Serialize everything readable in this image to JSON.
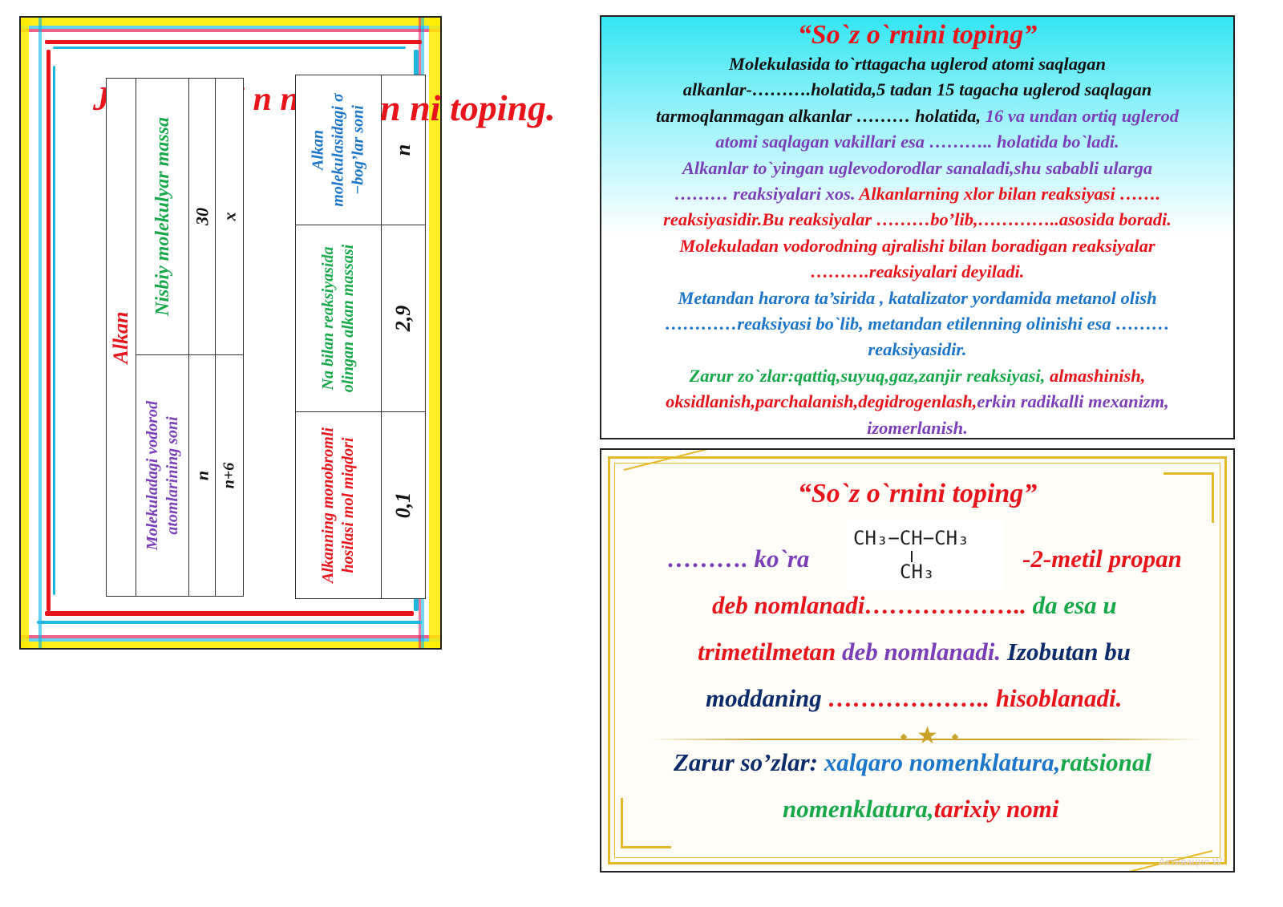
{
  "left_card": {
    "heading_overlay": "Jadvaldagi n ni toping.",
    "heading_overlay_dup": "n ni toping.",
    "table1": {
      "header": "Alkan",
      "col_hydrogen": "Molekuladagi vodorod atomlarining soni",
      "col_mass": "Nisbiy molekulyar massa",
      "row1_hydrogen": "n",
      "row1_mass": "30",
      "row2_hydrogen": "n+6",
      "row2_mass": "x"
    },
    "table2": {
      "col_moles": "Alkanning monobromli hosilasi mol miqdori",
      "col_mass": "Na bilan reaksiyasida olingan alkan massasi",
      "col_bonds": "Alkan molekulasidagi σ −bog’lar soni",
      "val_moles": "0,1",
      "val_mass": "2,9",
      "val_bonds": "n"
    }
  },
  "top_right_card": {
    "title": "“So`z o`rnini toping”",
    "lines": [
      [
        {
          "t": "Molekulasida to`rttagacha uglerod atomi saqlagan",
          "c": "blk"
        }
      ],
      [
        {
          "t": "alkanlar-……….holatida,5 tadan 15 tagacha uglerod saqlagan",
          "c": "blk"
        }
      ],
      [
        {
          "t": "tarmoqlanmagan alkanlar ……… holatida, ",
          "c": "blk"
        },
        {
          "t": "16 va undan ortiq uglerod",
          "c": "pur"
        }
      ],
      [
        {
          "t": "atomi saqlagan vakillari esa ……….. holatida bo`ladi.",
          "c": "pur"
        }
      ],
      [
        {
          "t": "Alkanlar to`yingan uglevodorodlar sanaladi,shu sababli ularga",
          "c": "pur"
        }
      ],
      [
        {
          "t": "……… reaksiyalari xos. ",
          "c": "pur"
        },
        {
          "t": "Alkanlarning xlor bilan reaksiyasi …….",
          "c": "red"
        }
      ],
      [
        {
          "t": "reaksiyasidir.Bu reaksiyalar ………bo’lib,…………..asosida boradi.",
          "c": "red"
        }
      ],
      [
        {
          "t": "Molekuladan vodorodning ajralishi bilan boradigan reaksiyalar",
          "c": "red"
        }
      ],
      [
        {
          "t": "……….reaksiyalari deyiladi.",
          "c": "red"
        }
      ],
      [
        {
          "t": "Metandan harora ta’sirida , katalizator yordamida metanol olish",
          "c": "blu"
        }
      ],
      [
        {
          "t": "…………reaksiyasi bo`lib, metandan etilenning olinishi esa ………",
          "c": "blu"
        }
      ],
      [
        {
          "t": "reaksiyasidir.",
          "c": "blu"
        }
      ],
      [
        {
          "t": "Zarur zo`zlar:qattiq,suyuq,gaz,zanjir reaksiyasi, ",
          "c": "grn"
        },
        {
          "t": "almashinish,",
          "c": "red"
        }
      ],
      [
        {
          "t": "oksidlanish,parchalanish,degidrogenlash,",
          "c": "red"
        },
        {
          "t": "erkin radikalli mexanizm,",
          "c": "pur"
        }
      ],
      [
        {
          "t": "izomerlanish.",
          "c": "pur"
        }
      ]
    ]
  },
  "bottom_right_card": {
    "title": "“So`z o`rnini toping”",
    "line1_prefix": "………. ko`ra",
    "line1_suffix": "-2-metil propan",
    "formula_top": "CH₃−CH−CH₃",
    "formula_bottom": "CH₃",
    "line2_a": "deb nomlanadi……………….. ",
    "line2_b": "da esa u",
    "line3_a": "trimetilmetan ",
    "line3_b": "deb nomlanadi. ",
    "line3_c": "Izobutan bu",
    "line4_a": "moddaning ",
    "line4_b": "……………….. hisoblanadi.",
    "line5_a": "Zarur so’zlar: ",
    "line5_b": "xalqaro nomenklatura,",
    "line5_c": "ratsional",
    "line6_a": "nomenklatura,",
    "line6_b": "tarixiy nomi",
    "watermark": "Активация W"
  },
  "colors": {
    "red": "#e8141b",
    "purple": "#7a3fb8",
    "blue": "#1b75c9",
    "green": "#17a84a",
    "navy": "#0d2a6b",
    "gold": "#e4b92a",
    "cyan": "#33e6f2"
  }
}
